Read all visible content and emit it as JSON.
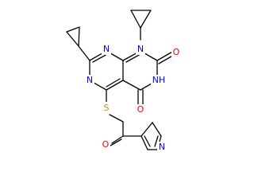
{
  "colors": {
    "background": "#ffffff",
    "bond": "#000000",
    "nitrogen": "#0000ff",
    "oxygen": "#ff0000",
    "sulfur": "#b3a100"
  },
  "atoms": {
    "n1": "N",
    "n3": "N",
    "nh": "NH",
    "n5": "N",
    "n_pyrrole": "N",
    "o2": "O",
    "o4": "O",
    "o_ketone": "O",
    "s": "S"
  }
}
